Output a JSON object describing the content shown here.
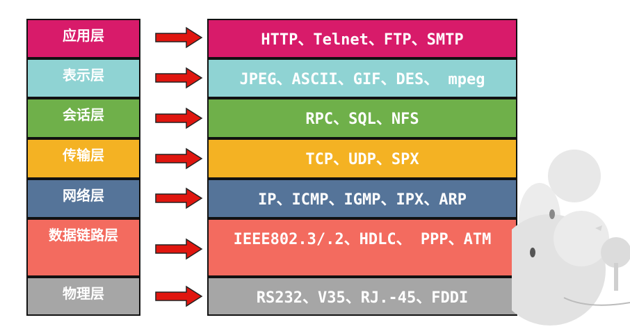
{
  "layers": [
    {
      "name": "应用层",
      "protocols": "HTTP、Telnet、FTP、SMTP",
      "color": "#D81B6A"
    },
    {
      "name": "表示层",
      "protocols": "JPEG、ASCII、GIF、DES、 mpeg",
      "color": "#8FD3D3"
    },
    {
      "name": "会话层",
      "protocols": "RPC、SQL、NFS",
      "color": "#6FB04A"
    },
    {
      "name": "传输层",
      "protocols": "TCP、UDP、SPX",
      "color": "#F4B223"
    },
    {
      "name": "网络层",
      "protocols": "IP、ICMP、IGMP、IPX、ARP",
      "color": "#557499"
    },
    {
      "name": "数据链路层",
      "protocols": "IEEE802.3/.2、HDLC、 PPP、ATM",
      "color": "#F36B5F"
    },
    {
      "name": "物理层",
      "protocols": "RS232、V35、RJ.-45、FDDI",
      "color": "#A6A6A6"
    }
  ],
  "arrow_color": "#E0160F"
}
